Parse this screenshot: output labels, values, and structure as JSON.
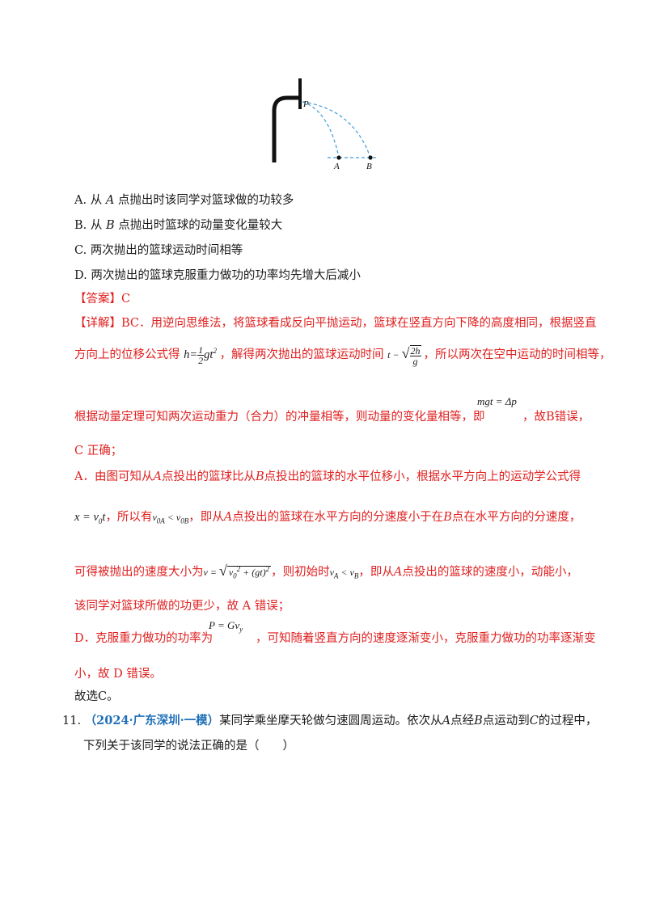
{
  "figure": {
    "label_p": "P",
    "label_a": "A",
    "label_b": "B"
  },
  "options": [
    {
      "label": "A.",
      "pre": "从 ",
      "var": "A",
      "post": " 点抛出时该同学对篮球做的功较多"
    },
    {
      "label": "B.",
      "pre": "从 ",
      "var": "B",
      "post": " 点抛出时篮球的动量变化量较大"
    },
    {
      "label": "C.",
      "text": "两次抛出的篮球运动时间相等"
    },
    {
      "label": "D.",
      "text": "两次抛出的篮球克服重力做功的功率均先增大后减小"
    }
  ],
  "answer": {
    "tag": "【答案】",
    "value": "C"
  },
  "detail": {
    "tag": "【详解】",
    "line1": "BC．用逆向思维法，将篮球看成反向平抛运动，篮球在竖直方向下降的高度相同，根据竖直",
    "line2_pre": "方向上的位移公式得",
    "line2_mid": "，解得两次抛出的篮球运动时间",
    "line2_post": "，所以两次在空中运动的时间相等，",
    "line3_pre": "根据动量定理可知两次运动重力（合力）的冲量相等，则动量的变化量相等，即",
    "line3_post": "，故B错误，",
    "line4": "C 正确；",
    "line5_pre": "A．由图可知从",
    "line5_a": "A",
    "line5_mid": "点投出的篮球比从",
    "line5_b": "B",
    "line5_post": "点投出的篮球的水平位移小，根据水平方向上的运动学公式得",
    "line6_mid1": "，所以有",
    "line6_mid2": "，即从",
    "line6_a": "A",
    "line6_mid3": "点投出的篮球在水平方向的分速度小于在",
    "line6_b": "B",
    "line6_post": "点在水平方向的分速度，",
    "line7_pre": "可得被抛出的速度大小为",
    "line7_mid": "，则初始时",
    "line7_mid2": "，即从",
    "line7_a": "A",
    "line7_post": "点投出的篮球的速度小，动能小，",
    "line8": "该同学对篮球所做的功更少，故 A 错误；",
    "line9_pre": "D．克服重力做功的功率为",
    "line9_post": "，可知随着竖直方向的速度逐渐变小，克服重力做功的功率逐渐变",
    "line10": "小，故 D 错误。",
    "conclusion": "故选C。"
  },
  "formulas": {
    "h": "h",
    "eq": "=",
    "half_n": "1",
    "half_d": "2",
    "gt2": "gt",
    "sq": "2",
    "t": "t",
    "approx": "−",
    "two_h": "2h",
    "g": "g",
    "mgt": "mgt = Δp",
    "x_eq": "x = v",
    "x_sub": "0",
    "x_t": "t",
    "v0a": "v",
    "v0a_sub": "0A",
    "lt": " < ",
    "v0b": "v",
    "v0b_sub": "0B",
    "v_eq": "v =",
    "radicand": "v",
    "radicand_sub": "0",
    "radicand_sup": "2",
    "radicand_rest": "+ (gt)",
    "radicand_sup2": "2",
    "va": "v",
    "va_sub": "A",
    "vb": "v",
    "vb_sub": "B",
    "p_eq": "P = Gv",
    "p_sub": "y"
  },
  "question": {
    "number": "11.",
    "source": "（2024·广东深圳·一模）",
    "text1_pre": "某同学乘坐摩天轮做匀速圆周运动。依次从",
    "a": "A",
    "text1_mid": "点经",
    "b": "B",
    "text1_mid2": "点运动到",
    "c": "C",
    "text1_post": "的过程中，",
    "text2": "下列关于该同学的说法正确的是（　　）"
  }
}
